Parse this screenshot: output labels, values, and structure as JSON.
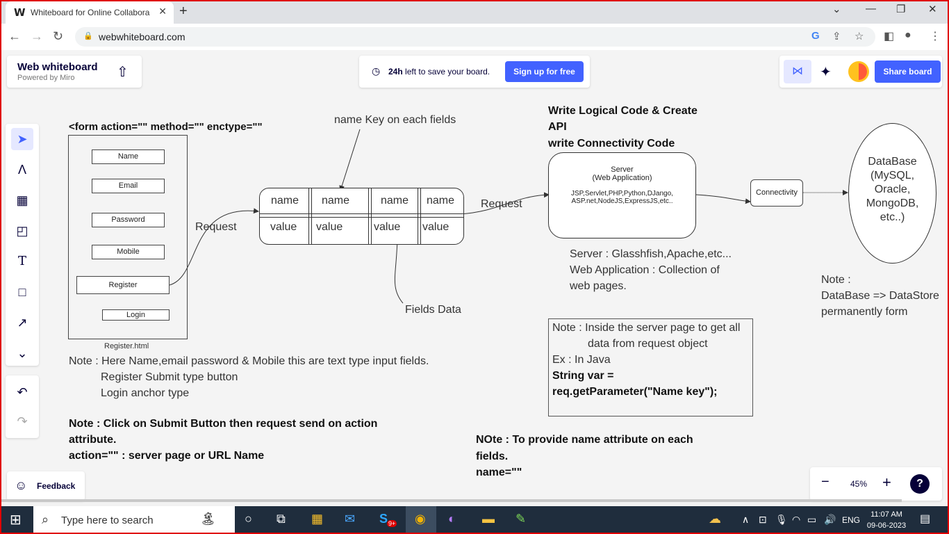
{
  "browser": {
    "tab_title": "Whiteboard for Online Collabora",
    "url": "webwhiteboard.com",
    "favicon": "W"
  },
  "app": {
    "name": "Web whiteboard",
    "powered": "Powered by Miro",
    "save_strong": "24h",
    "save_rest": " left to save your board.",
    "signup": "Sign up for free",
    "share": "Share board",
    "feedback": "Feedback",
    "zoom": "45%",
    "help": "?"
  },
  "board": {
    "form_tag": "<form action=\"\" method=\"\" enctype=\"\"",
    "fields": [
      "Name",
      "Email",
      "Password",
      "Mobile"
    ],
    "register": "Register",
    "login": "Login",
    "register_html": "Register.html",
    "note1": [
      "Note : Here Name,email password & Mobile this are text type  input fields.",
      "Register Submit type button",
      "Login anchor type"
    ],
    "note2": [
      "Note : Click on Submit Button then  request send on action",
      "attribute.",
      "action=\"\" : server page or URL Name"
    ],
    "name_key": "name Key on each fields",
    "request1": "Request",
    "table_names": [
      "name",
      "name",
      "name",
      "name"
    ],
    "table_values": [
      "value",
      "value",
      "value",
      "value"
    ],
    "fields_data": "Fields Data",
    "request2": "Request",
    "logical": [
      "Write Logical Code & Create",
      "API",
      "write Connectivity Code"
    ],
    "server_box": [
      "Server",
      "(Web Application)",
      "JSP,Servlet,PHP,Python,DJango,",
      "ASP.net,NodeJS,ExpressJS,etc.."
    ],
    "connectivity": "Connectivity",
    "database": [
      "DataBase",
      "(MySQL,",
      "Oracle,",
      "MongoDB,",
      "etc..)"
    ],
    "server_note": [
      "Server : Glasshfish,Apache,etc...",
      "Web Application : Collection of",
      "web pages."
    ],
    "db_note": [
      "Note :",
      "DataBase => DataStore",
      "permanently form"
    ],
    "java_note": [
      "Note : Inside the server page to get all",
      "data from request object",
      "Ex : In Java",
      "String var =",
      "req.getParameter(\"Name key\");"
    ],
    "name_note": [
      "NOte : To provide name attribute on each",
      "fields.",
      "name=\"\""
    ]
  },
  "taskbar": {
    "search": "Type here to search",
    "lang": "ENG",
    "time": "11:07 AM",
    "date": "09-06-2023",
    "skype_badge": "9+"
  }
}
